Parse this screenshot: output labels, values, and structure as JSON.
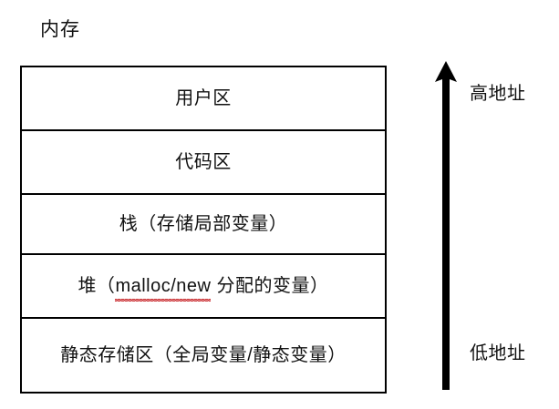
{
  "diagram": {
    "title": "内存",
    "type": "memory-layout-diagram",
    "border_color": "#000000",
    "background_color": "#ffffff",
    "text_color": "#111111",
    "spellcheck_underline_color": "#c8262a"
  },
  "memory_regions": [
    {
      "label": "用户区"
    },
    {
      "label": "代码区"
    },
    {
      "label": "栈（存储局部变量）"
    },
    {
      "label": "堆（malloc/new 分配的变量）",
      "prefix": "堆（",
      "misspelled": "malloc/new",
      "suffix": " 分配的变量）"
    },
    {
      "label": "静态存储区（全局变量/静态变量）"
    }
  ],
  "address_axis": {
    "icon": "up-arrow-icon",
    "high_label": "高地址",
    "low_label": "低地址"
  }
}
